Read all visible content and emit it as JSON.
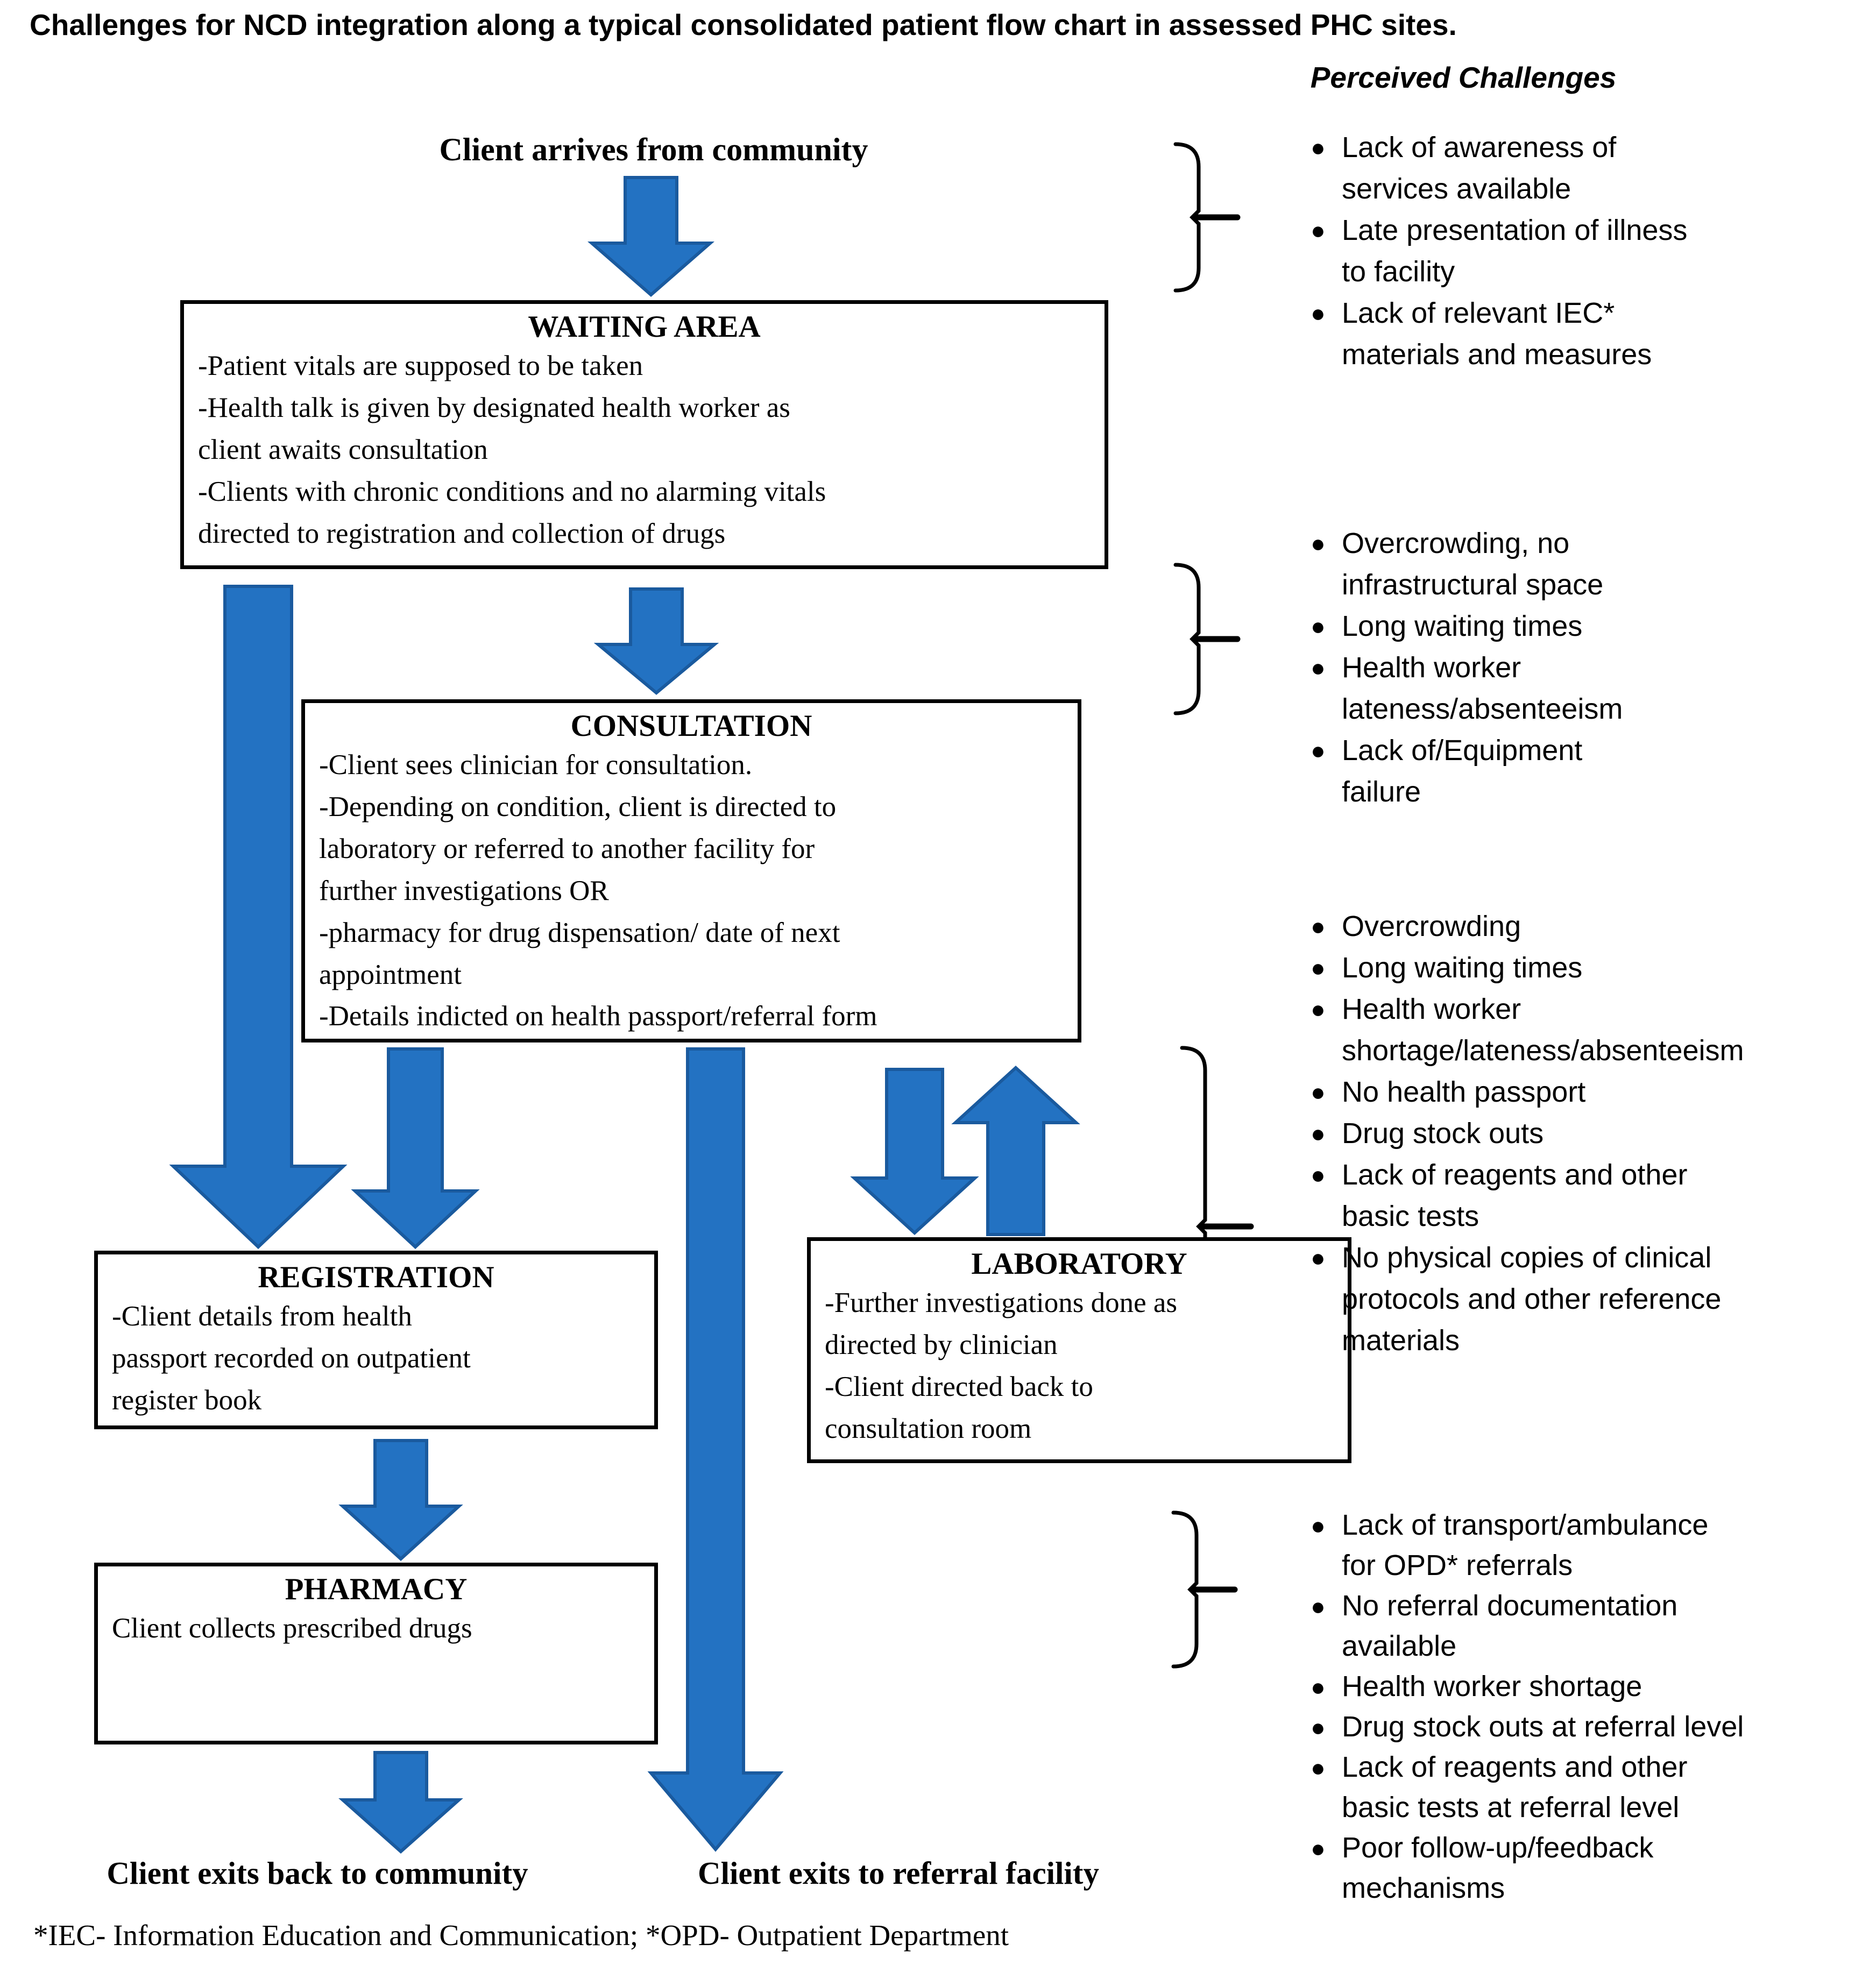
{
  "page": {
    "title": "Challenges for NCD integration along a typical consolidated patient flow chart in assessed PHC sites.",
    "footnote": "*IEC- Information Education and Communication; *OPD- Outpatient Department"
  },
  "flow": {
    "entry": "Client arrives from community",
    "boxes": [
      {
        "id": "waiting",
        "title": "WAITING AREA",
        "lines": [
          "-Patient vitals are supposed to be taken",
          "-Health talk is given by designated health worker as",
          "client awaits consultation",
          "-Clients with chronic conditions and no alarming vitals",
          "directed to registration and collection of drugs"
        ]
      },
      {
        "id": "consultation",
        "title": "CONSULTATION",
        "lines": [
          "-Client sees clinician for consultation.",
          "-Depending on condition, client is directed to",
          "laboratory or referred to another facility for",
          "further investigations OR",
          "-pharmacy for drug dispensation/ date of next",
          "appointment",
          "-Details indicted on health passport/referral form"
        ]
      },
      {
        "id": "registration",
        "title": "REGISTRATION",
        "lines": [
          "-Client details from health",
          "passport recorded on outpatient",
          "register book"
        ]
      },
      {
        "id": "laboratory",
        "title": "LABORATORY",
        "lines": [
          "-Further investigations done as",
          "directed by clinician",
          "-Client directed back to",
          "consultation room"
        ]
      },
      {
        "id": "pharmacy",
        "title": "PHARMACY",
        "lines": [
          "Client collects prescribed drugs"
        ]
      }
    ],
    "exits": {
      "community": "Client exits back to community",
      "referral": "Client exits to referral facility"
    }
  },
  "challenges": {
    "header": "Perceived Challenges",
    "groups": [
      {
        "items": [
          [
            "Lack of awareness of",
            "services available"
          ],
          [
            "Late presentation of illness",
            "to facility"
          ],
          [
            "Lack of relevant IEC*",
            "materials and measures"
          ]
        ]
      },
      {
        "items": [
          [
            "Overcrowding, no",
            "infrastructural space"
          ],
          [
            "Long waiting times"
          ],
          [
            "Health worker",
            "lateness/absenteeism"
          ],
          [
            "Lack of/Equipment",
            "failure"
          ]
        ]
      },
      {
        "items": [
          [
            "Overcrowding"
          ],
          [
            "Long waiting times"
          ],
          [
            "Health worker",
            "shortage/lateness/absenteeism"
          ],
          [
            "No health passport"
          ],
          [
            "Drug stock outs"
          ],
          [
            "Lack of reagents and other",
            "basic tests"
          ],
          [
            "No physical copies of clinical",
            "protocols and other reference",
            "materials"
          ]
        ]
      },
      {
        "items": [
          [
            "Lack of transport/ambulance",
            "for OPD* referrals"
          ],
          [
            "No referral documentation",
            "available"
          ],
          [
            "Health worker shortage"
          ],
          [
            "Drug stock outs at referral level"
          ],
          [
            "Lack of reagents and other",
            "basic tests at referral level"
          ],
          [
            "Poor follow-up/feedback",
            "mechanisms"
          ]
        ]
      }
    ]
  },
  "colors": {
    "arrow_fill": "#2372C2",
    "arrow_stroke": "#1A5A9E",
    "box_border": "#000000"
  }
}
